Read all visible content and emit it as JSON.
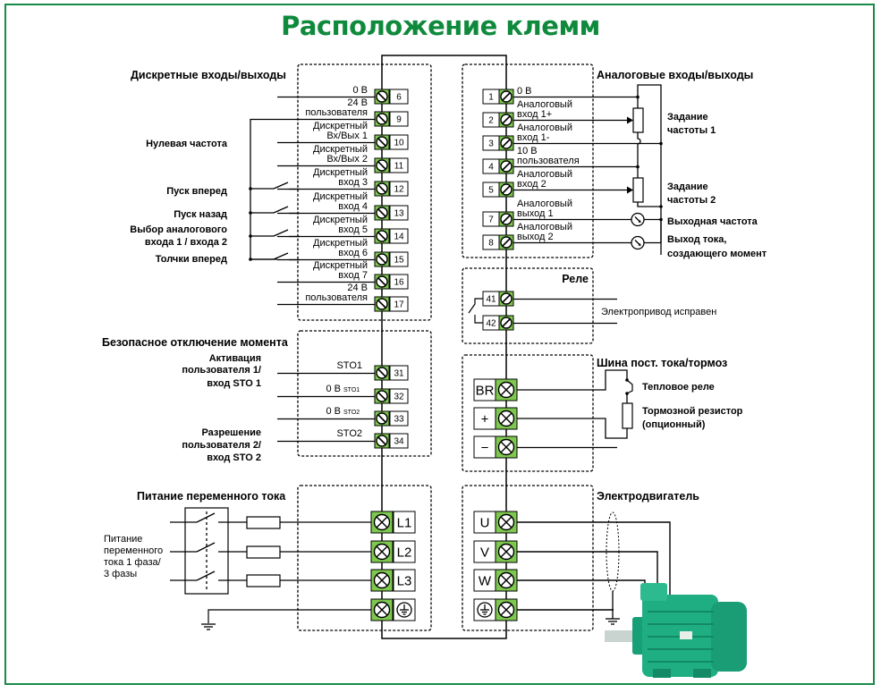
{
  "title": "Расположение клемм",
  "colors": {
    "accent": "#0f8a3c",
    "terminal_green": "#7ec850",
    "frame": "#1a8a4a",
    "motor": "#1aa57a"
  },
  "sections": {
    "digital_io": {
      "header": "Дискретные входы/выходы",
      "terminals": [
        {
          "num": "6",
          "label": [
            "0 В"
          ]
        },
        {
          "num": "9",
          "label": [
            "24 В",
            "пользователя"
          ]
        },
        {
          "num": "10",
          "label": [
            "Дискретный",
            "Вх/Вых 1"
          ]
        },
        {
          "num": "11",
          "label": [
            "Дискретный",
            "Вх/Вых 2"
          ]
        },
        {
          "num": "12",
          "label": [
            "Дискретный",
            "вход 3"
          ]
        },
        {
          "num": "13",
          "label": [
            "Дискретный",
            "вход 4"
          ]
        },
        {
          "num": "14",
          "label": [
            "Дискретный",
            "вход 5"
          ]
        },
        {
          "num": "15",
          "label": [
            "Дискретный",
            "вход 6"
          ]
        },
        {
          "num": "16",
          "label": [
            "Дискретный",
            "вход 7"
          ]
        },
        {
          "num": "17",
          "label": [
            "24 В",
            "пользователя"
          ]
        }
      ],
      "functions": [
        {
          "text": [
            "Нулевая частота"
          ]
        },
        {
          "text": [
            "Пуск вперед"
          ]
        },
        {
          "text": [
            "Пуск назад"
          ]
        },
        {
          "text": [
            "Выбор аналогового",
            "входа 1 / входа 2"
          ]
        },
        {
          "text": [
            "Толчки вперед"
          ]
        }
      ]
    },
    "sto": {
      "header": "Безопасное отключение момента",
      "terminals": [
        {
          "num": "31",
          "label": "STO1",
          "sub": ""
        },
        {
          "num": "32",
          "label": "0 В",
          "sub": "STO1"
        },
        {
          "num": "33",
          "label": "0 В",
          "sub": "STO2"
        },
        {
          "num": "34",
          "label": "STO2",
          "sub": ""
        }
      ],
      "functions": [
        {
          "text": [
            "Активация",
            "пользователя 1/",
            "вход STO 1"
          ]
        },
        {
          "text": [
            "Разрешение",
            "пользователя 2/",
            "вход STO 2"
          ]
        }
      ]
    },
    "ac_supply": {
      "header": "Питание переменного тока",
      "description": [
        "Питание",
        "переменного",
        "тока 1 фаза/",
        "3 фазы"
      ],
      "terminals": [
        {
          "num": "L1"
        },
        {
          "num": "L2"
        },
        {
          "num": "L3"
        },
        {
          "num": "ground"
        }
      ]
    },
    "analog_io": {
      "header": "Аналоговые входы/выходы",
      "terminals": [
        {
          "num": "1",
          "label": [
            "0 В"
          ]
        },
        {
          "num": "2",
          "label": [
            "Аналоговый",
            "вход 1+"
          ]
        },
        {
          "num": "3",
          "label": [
            "Аналоговый",
            "вход 1-"
          ]
        },
        {
          "num": "4",
          "label": [
            "10 В",
            "пользователя"
          ]
        },
        {
          "num": "5",
          "label": [
            "Аналоговый",
            "вход 2"
          ]
        },
        {
          "num": "7",
          "label": [
            "Аналоговый",
            "выход 1"
          ]
        },
        {
          "num": "8",
          "label": [
            "Аналоговый",
            "выход 2"
          ]
        }
      ],
      "functions": [
        {
          "text": [
            "Задание",
            "частоты 1"
          ]
        },
        {
          "text": [
            "Задание",
            "частоты 2"
          ]
        },
        {
          "text": [
            "Выходная частота"
          ]
        },
        {
          "text": [
            "Выход тока,",
            "создающего момент"
          ]
        }
      ]
    },
    "relay": {
      "header": "Реле",
      "terminals": [
        {
          "num": "41"
        },
        {
          "num": "42"
        }
      ],
      "function": "Электропривод исправен"
    },
    "dc_bus": {
      "header": "Шина пост. тока/тормоз",
      "terminals": [
        {
          "num": "BR"
        },
        {
          "num": "+"
        },
        {
          "num": "−"
        }
      ],
      "functions": [
        {
          "text": [
            "Тепловое реле"
          ]
        },
        {
          "text": [
            "Тормозной резистор",
            "(опционный)"
          ]
        }
      ]
    },
    "motor": {
      "header": "Электродвигатель",
      "terminals": [
        {
          "num": "U"
        },
        {
          "num": "V"
        },
        {
          "num": "W"
        },
        {
          "num": "ground"
        }
      ]
    }
  }
}
